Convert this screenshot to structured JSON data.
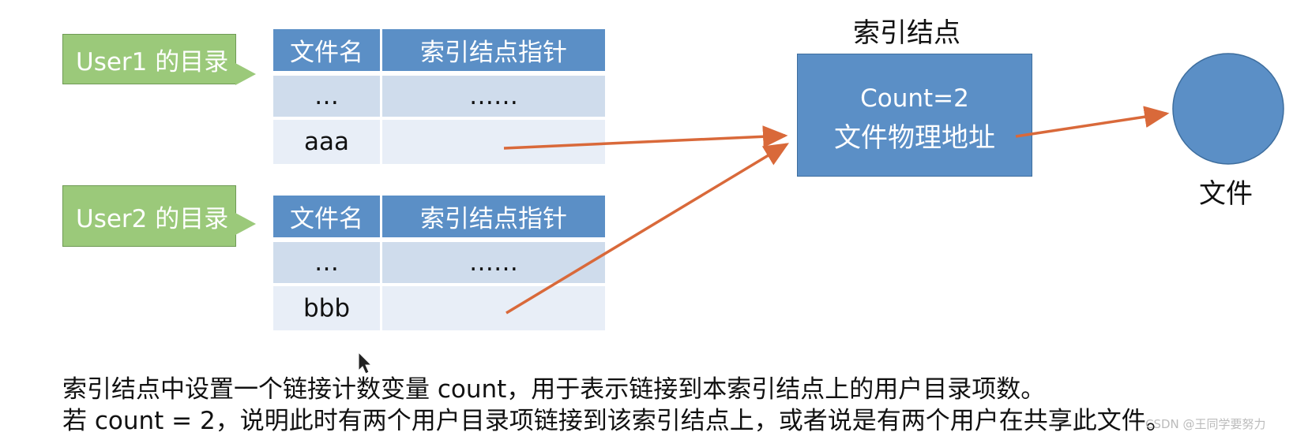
{
  "users": [
    {
      "label": "User1 的目录"
    },
    {
      "label": "User2 的目录"
    }
  ],
  "tables": [
    {
      "headers": [
        "文件名",
        "索引结点指针"
      ],
      "rows": [
        [
          "…",
          "……"
        ],
        [
          "aaa",
          ""
        ]
      ]
    },
    {
      "headers": [
        "文件名",
        "索引结点指针"
      ],
      "rows": [
        [
          "…",
          "……"
        ],
        [
          "bbb",
          ""
        ]
      ]
    }
  ],
  "index_node": {
    "title": "索引结点",
    "line1": "Count=2",
    "line2": "文件物理地址"
  },
  "file": {
    "label": "文件"
  },
  "caption": {
    "line1": "索引结点中设置一个链接计数变量 count，用于表示链接到本索引结点上的用户目录项数。",
    "line2": "若 count = 2，说明此时有两个用户目录项链接到该索引结点上，或者说是有两个用户在共享此文件。"
  },
  "watermark": "CSDN @王同学要努力",
  "colors": {
    "arrow": "#d9693a",
    "header_blue": "#5b8fc6",
    "callout_green": "#9bc97a"
  }
}
